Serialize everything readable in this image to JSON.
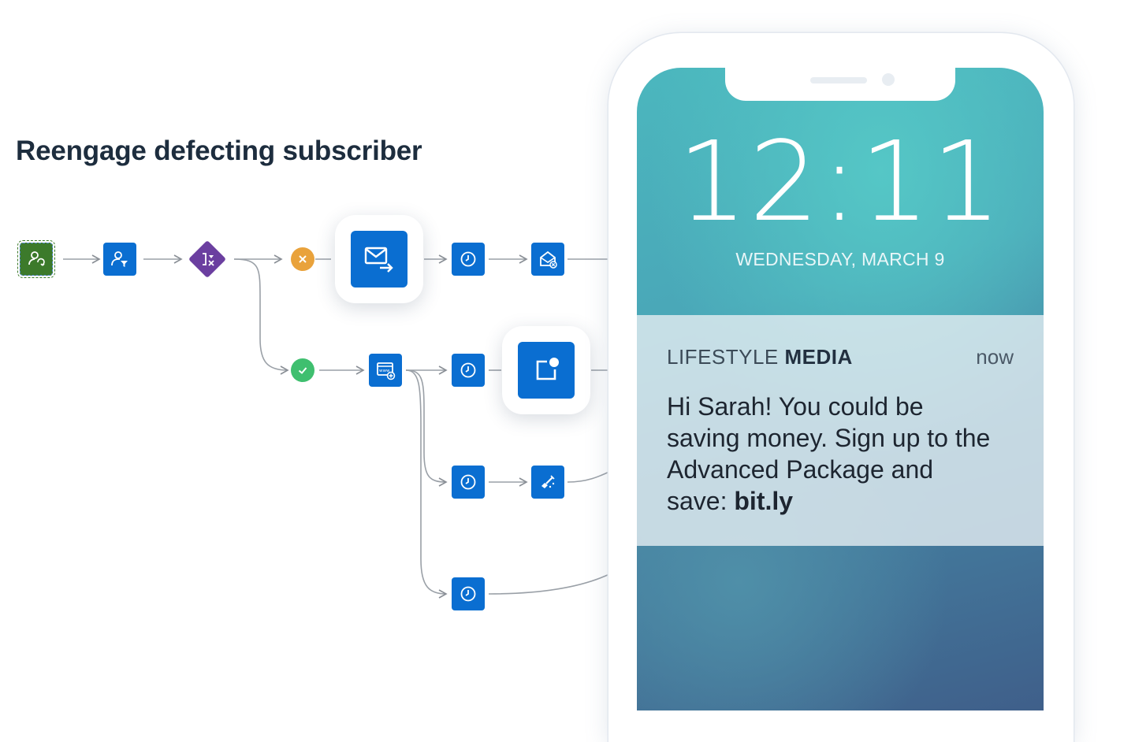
{
  "title": "Reengage defecting subscriber",
  "colors": {
    "node_blue": "#0a6ed1",
    "start_green": "#3c7a2b",
    "decision_purple": "#6b3fa0",
    "reject_orange": "#e9a23b",
    "accept_green": "#3fbf6f"
  },
  "flow": {
    "icons": [
      "person-sync-icon",
      "person-filter-icon",
      "split-icon",
      "reject-icon",
      "email-send-icon",
      "clock-icon",
      "email-cancel-icon",
      "accept-icon",
      "web-add-icon",
      "push-notification-icon",
      "sms-icon"
    ]
  },
  "phone": {
    "time": "12:11",
    "date": "WEDNESDAY, MARCH 9",
    "notification": {
      "app_prefix": "LIFESTYLE ",
      "app_name": "MEDIA",
      "when": "now",
      "message": "Hi Sarah! You could be saving money. Sign up to the Advanced Package and save: ",
      "link": "bit.ly"
    }
  }
}
